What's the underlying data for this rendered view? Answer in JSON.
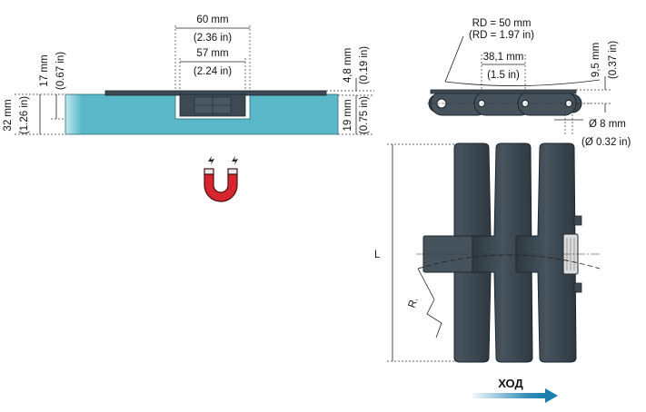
{
  "side_view": {
    "width_outer": "60 mm",
    "width_outer_in": "(2.36 in)",
    "width_inner": "57 mm",
    "width_inner_in": "(2.24 in)",
    "height_17": "17 mm",
    "height_17_in": "(0.67 in)",
    "height_32": "32 mm",
    "height_32_in": "(1.26 in)",
    "thickness_48": "4,8 mm",
    "thickness_48_in": "(0.19 in)",
    "height_19": "19 mm",
    "height_19_in": "(0.75 in)"
  },
  "chain_side": {
    "rd": "RD = 50 mm",
    "rd_in": "(RD = 1.97 in)",
    "pitch": "38,1 mm",
    "pitch_in": "(1.5 in)",
    "height_95": "9,5 mm",
    "height_95_in": "(0.37 in)",
    "pin_dia": "Ø 8 mm",
    "pin_dia_in": "(Ø 0.32 in)"
  },
  "top_view": {
    "length_label": "L",
    "radius_label": "R.",
    "direction_label": "ХОД"
  },
  "colors": {
    "track": "#5ab8c8",
    "track_light": "#c4e8ee",
    "chain_body": "#3a4650",
    "chain_edge": "#1e262c",
    "magnet_red": "#d8262e",
    "arrow_blue": "#1a7fb0"
  },
  "icons": [
    "magnet-icon",
    "direction-arrow-icon"
  ]
}
